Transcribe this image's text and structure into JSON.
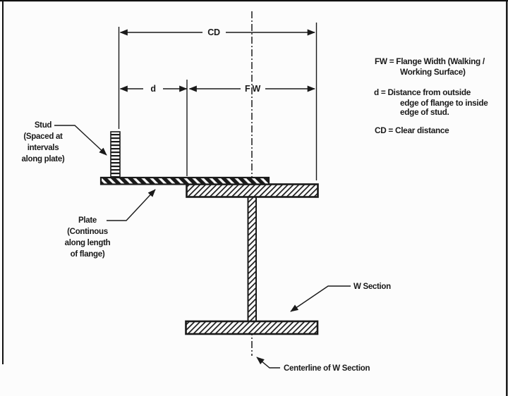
{
  "figure": {
    "type": "engineering-cross-section-diagram",
    "colors": {
      "ink": "#1a1a1a",
      "background": "#fcfcfc"
    },
    "dimensions": {
      "cd_label": "CD",
      "d_label": "d",
      "fw_label": "F W"
    },
    "callouts": {
      "stud": {
        "line1": "Stud",
        "line2": "(Spaced at",
        "line3": "intervals",
        "line4": "along plate)"
      },
      "plate": {
        "line1": "Plate",
        "line2": "(Continous",
        "line3": "along length",
        "line4": "of flange)"
      },
      "w_section": "W Section",
      "centerline": "Centerline of W Section"
    },
    "legend": {
      "fw_line1": "FW = Flange Width (Walking /",
      "fw_line2": "Working Surface)",
      "d_line1": "d = Distance from outside",
      "d_line2": "edge of flange to inside",
      "d_line3": "edge of stud.",
      "cd_line1": "CD = Clear distance"
    }
  }
}
